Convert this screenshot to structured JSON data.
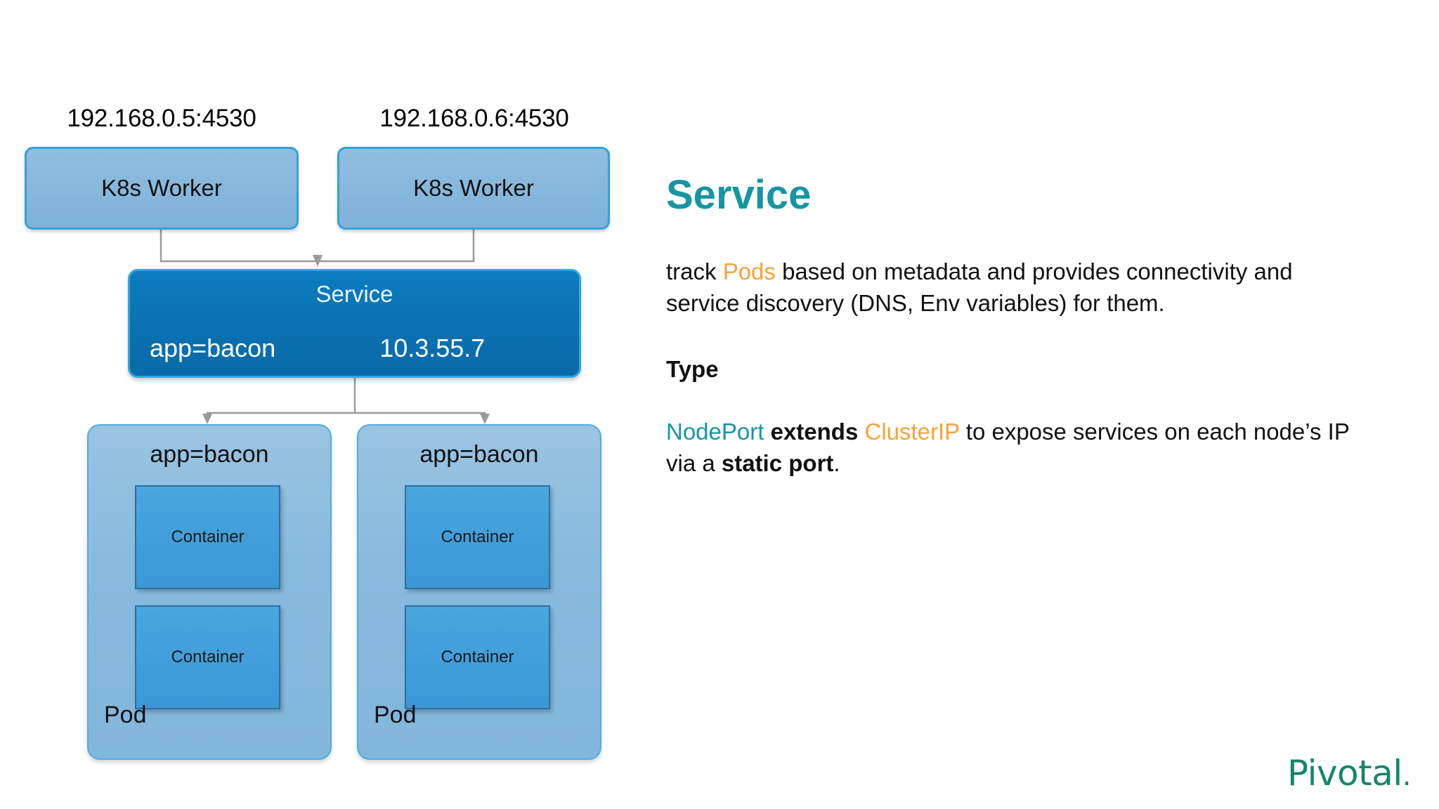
{
  "diagram": {
    "nodes": [
      {
        "ip": "192.168.0.5:4530",
        "label": "K8s Worker"
      },
      {
        "ip": "192.168.0.6:4530",
        "label": "K8s Worker"
      }
    ],
    "service": {
      "title": "Service",
      "selector": "app=bacon",
      "cluster_ip": "10.3.55.7"
    },
    "pods": [
      {
        "selector": "app=bacon",
        "name": "Pod",
        "containers": [
          "Container",
          "Container"
        ]
      },
      {
        "selector": "app=bacon",
        "name": "Pod",
        "containers": [
          "Container",
          "Container"
        ]
      }
    ]
  },
  "panel": {
    "heading": "Service",
    "description": {
      "part1": "track ",
      "highlight1": "Pods",
      "part2": " based on metadata and provides connectivity and service discovery (DNS, Env variables) for them."
    },
    "subheading": "Type",
    "type_text": {
      "highlight1": "NodePort",
      "sep1": " ",
      "bold1": "extends",
      "sep2": " ",
      "highlight2": "ClusterIP",
      "part1": " to expose services on each node’s IP via a ",
      "bold2": "static port",
      "part2": "."
    }
  },
  "branding": {
    "logo_text": "Pivotal",
    "logo_dot": "."
  },
  "colors": {
    "heading_teal": "#1596A3",
    "highlight_orange": "#F5A33C",
    "service_blue": "#0B72B2",
    "worker_blue": "#86B7DC",
    "pod_blue": "#88BADE",
    "container_blue": "#3F9DD9",
    "logo_green": "#15866C",
    "connector_gray": "#9A9A9A"
  }
}
